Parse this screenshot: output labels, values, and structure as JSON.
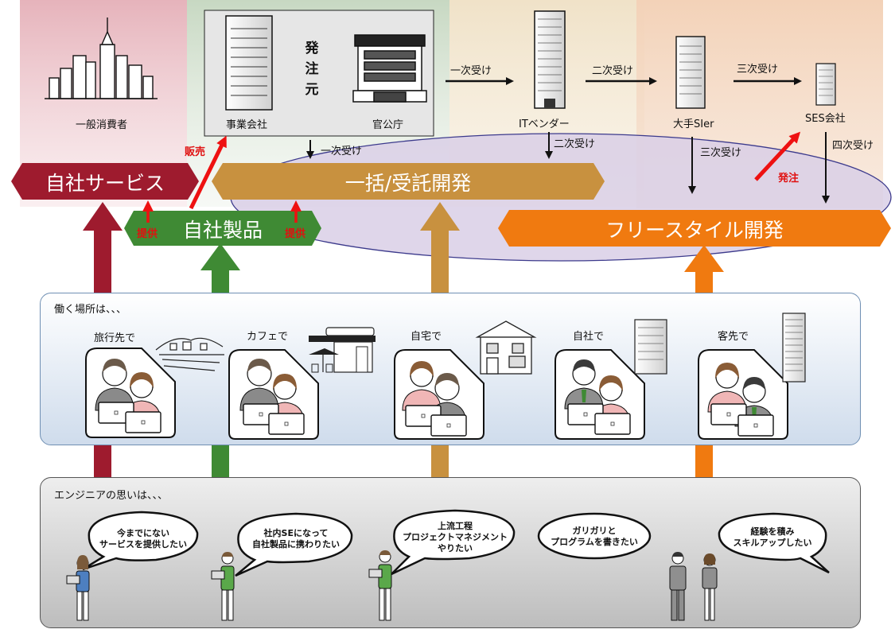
{
  "top": {
    "consumer_label": "一般消費者",
    "orderer_char1": "発",
    "orderer_char2": "注",
    "orderer_char3": "元",
    "business_company_label": "事業会社",
    "government_label": "官公庁",
    "it_vendor_label": "ITベンダー",
    "large_sier_label": "大手SIer",
    "ses_company_label": "SES会社",
    "first_order_arrow_label": "一次受け",
    "second_order_arrow_label": "二次受け",
    "third_order_arrow_label": "三次受け",
    "first_order_down_label": "一次受け",
    "second_order_down_label": "二次受け",
    "third_order_down_label": "三次受け",
    "fourth_order_down_label": "四次受け",
    "sales_label": "販売",
    "order_label": "発注",
    "provide_left_label": "提供",
    "provide_right_label": "提供"
  },
  "banners": {
    "own_service": "自社サービス",
    "contract_dev": "一括/受託開発",
    "own_product": "自社製品",
    "freestyle_dev": "フリースタイル開発"
  },
  "workplaces": {
    "title": "働く場所は、、、",
    "items": [
      "旅行先で",
      "カフェで",
      "自宅で",
      "自社で",
      "客先で"
    ]
  },
  "engineers": {
    "title": "エンジニアの思いは、、、",
    "bubbles": [
      [
        "今までにない",
        "サービスを提供したい"
      ],
      [
        "社内SEになって",
        "自社製品に携わりたい"
      ],
      [
        "上流工程",
        "プロジェクトマネジメント",
        "やりたい"
      ],
      [
        "ガリガリと",
        "プログラムを書きたい"
      ],
      [
        "経験を積み",
        "スキルアップしたい"
      ]
    ]
  },
  "colors": {
    "own_service": "#9e1b2e",
    "contract_dev": "#c8913f",
    "own_product": "#3f8a34",
    "freestyle_dev": "#f07a10",
    "red_arrow": "#ee1111"
  }
}
